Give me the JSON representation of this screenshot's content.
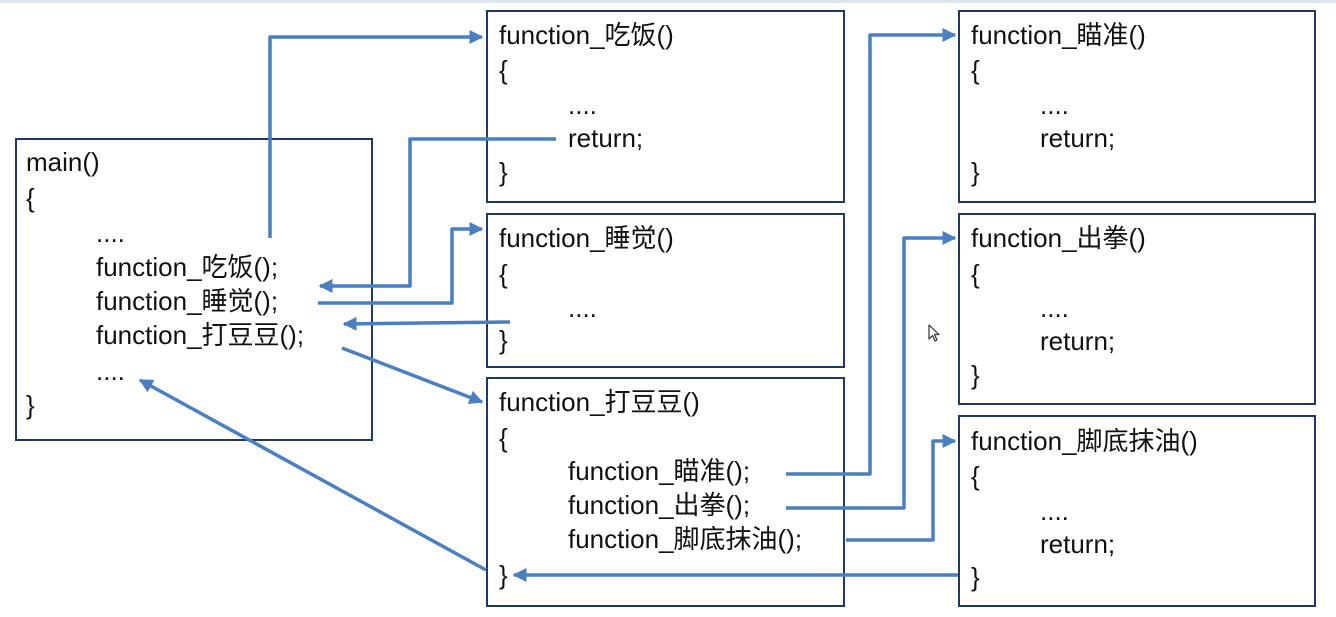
{
  "main": {
    "lines": [
      "main()",
      "{",
      "....",
      "function_吃饭();",
      "function_睡觉();",
      "function_打豆豆();",
      "....",
      "}"
    ]
  },
  "eat": {
    "lines": [
      "function_吃饭()",
      "{",
      "....",
      "return;",
      "}"
    ]
  },
  "sleep": {
    "lines": [
      "function_睡觉()",
      "{",
      "....",
      "}"
    ]
  },
  "beat": {
    "lines": [
      "function_打豆豆()",
      "{",
      "function_瞄准();",
      "function_出拳();",
      "function_脚底抹油();",
      "}"
    ]
  },
  "aim": {
    "lines": [
      "function_瞄准()",
      "{",
      "....",
      "return;",
      "}"
    ]
  },
  "punch": {
    "lines": [
      "function_出拳()",
      "{",
      "....",
      "return;",
      "}"
    ]
  },
  "flee": {
    "lines": [
      "function_脚底抹油()",
      "{",
      "....",
      "return;",
      "}"
    ]
  },
  "colors": {
    "border": "#1f3864",
    "arrow": "#4a7fc1",
    "text": "#111111"
  }
}
